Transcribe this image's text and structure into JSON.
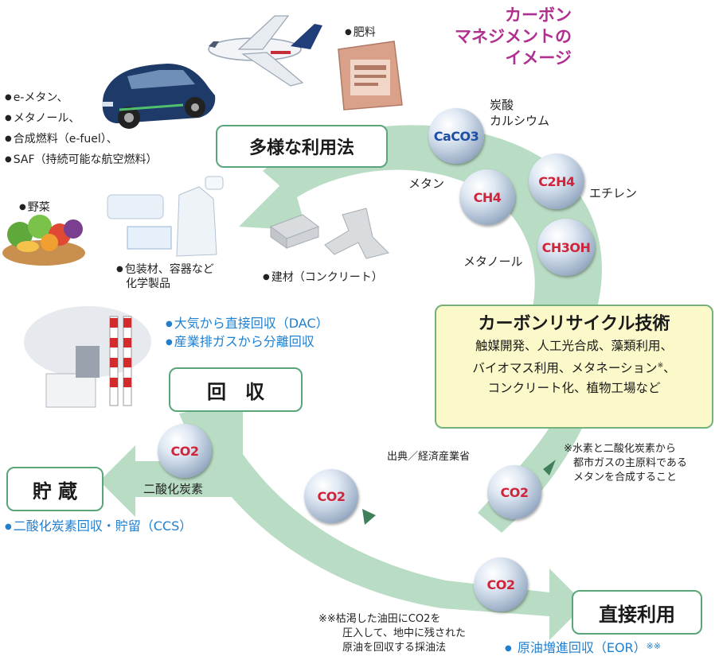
{
  "title": {
    "line1": "カーボン",
    "line2": "マネジメントの",
    "line3": "イメージ"
  },
  "boxes": {
    "usage": "多様な利用法",
    "recovery": "回　収",
    "storage": "貯 蔵",
    "direct": "直接利用"
  },
  "recycle": {
    "heading": "カーボンリサイクル技術",
    "line1": "触媒開発、人工光合成、藻類利用、",
    "line2": "バイオマス利用、メタネーション",
    "line2_mark": "※",
    "line2_end": "、",
    "line3": "コンクリート化、植物工場など"
  },
  "molecules": {
    "caco3": {
      "formula": "CaCO3",
      "label_line1": "炭酸",
      "label_line2": "カルシウム"
    },
    "ch4": {
      "formula": "CH4",
      "label": "メタン"
    },
    "c2h4": {
      "formula": "C2H4",
      "label": "エチレン"
    },
    "ch3oh": {
      "formula": "CH3OH",
      "label": "メタノール"
    },
    "co2": {
      "formula": "CO2",
      "label": "二酸化炭素"
    }
  },
  "products": {
    "fertilizer": "肥料",
    "fuels": [
      "e-メタン、",
      "メタノール、",
      "合成燃料（e-fuel）、",
      "SAF（持続可能な航空燃料）"
    ],
    "vegetables": "野菜",
    "packaging_line1": "包装材、容器など",
    "packaging_line2": "化学製品",
    "concrete": "建材（コンクリート）"
  },
  "recovery_methods": [
    "大気から直接回収（DAC）",
    "産業排ガスから分離回収"
  ],
  "storage_method": "二酸化炭素回収・貯留（CCS）",
  "direct_method": "原油増進回収（EOR）",
  "direct_method_mark": "※※",
  "source": "出典／経済産業省",
  "note1": {
    "line1": "※水素と二酸化炭素から",
    "line2": "都市ガスの主原料である",
    "line3": "メタンを合成すること"
  },
  "note2": {
    "line1": "※※枯渇した油田にCO2を",
    "line2": "圧入して、地中に残された",
    "line3": "原油を回収する採油法"
  },
  "colors": {
    "arrow": "#b9dcc4",
    "box_border": "#5aa57a",
    "title": "#b0308f",
    "blue_text": "#1f7fd0",
    "yellow_box": "#fbf8c9"
  }
}
